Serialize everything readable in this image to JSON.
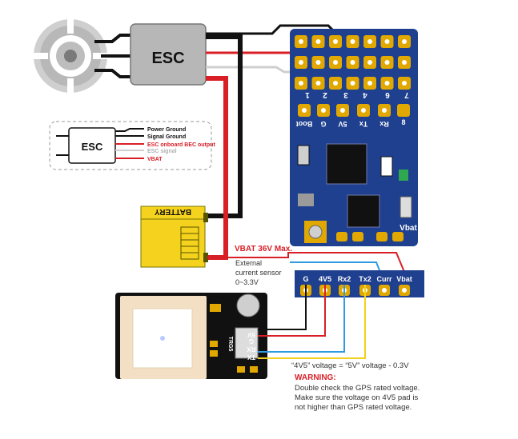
{
  "esc": {
    "label": "ESC",
    "small_label": "ESC"
  },
  "esc_legend": [
    {
      "text": "Power Ground",
      "color": "#111111"
    },
    {
      "text": "Signal Ground",
      "color": "#111111"
    },
    {
      "text": "ESC onboard BEC output",
      "color": "#d81f26"
    },
    {
      "text": "ESC signal",
      "color": "#bdbdbd"
    },
    {
      "text": "VBAT",
      "color": "#d81f26"
    }
  ],
  "battery": {
    "label": "BATTERY"
  },
  "fc": {
    "esc_pad_numbers": [
      "1",
      "2",
      "3",
      "4",
      "6",
      "7"
    ],
    "side_pad_number": "8",
    "pad_labels": [
      "Boot",
      "G",
      "5V",
      "Tx",
      "Rx"
    ],
    "vbat_label": "Vbat",
    "boot_label": "Boot"
  },
  "vbat_max": "VBAT  36V Max.",
  "external_sensor": [
    "External",
    "current sensor",
    "0~3.3V"
  ],
  "connector_labels": [
    "G",
    "4V5",
    "Rx2",
    "Tx2",
    "Curr",
    "Vbat"
  ],
  "gps": {
    "pin_labels": [
      "5V",
      "G",
      "RX",
      "TX"
    ],
    "chip_label": "TRG5"
  },
  "formula": "“4V5” voltage = “5V” voltage - 0.3V",
  "warning": {
    "title": "WARNING:",
    "lines": [
      "Double check the GPS rated voltage.",
      "Make sure the voltage on 4V5 pad is",
      "not higher than GPS rated voltage."
    ]
  },
  "colors": {
    "board_blue": "#1f3f8f",
    "pad_gold": "#e0a800",
    "wire_red": "#d81f26",
    "wire_black": "#111111",
    "wire_white": "#cfcfcf",
    "wire_blue": "#2f9be0",
    "wire_yellow": "#f2d21c",
    "battery_yellow": "#f5d21e"
  }
}
